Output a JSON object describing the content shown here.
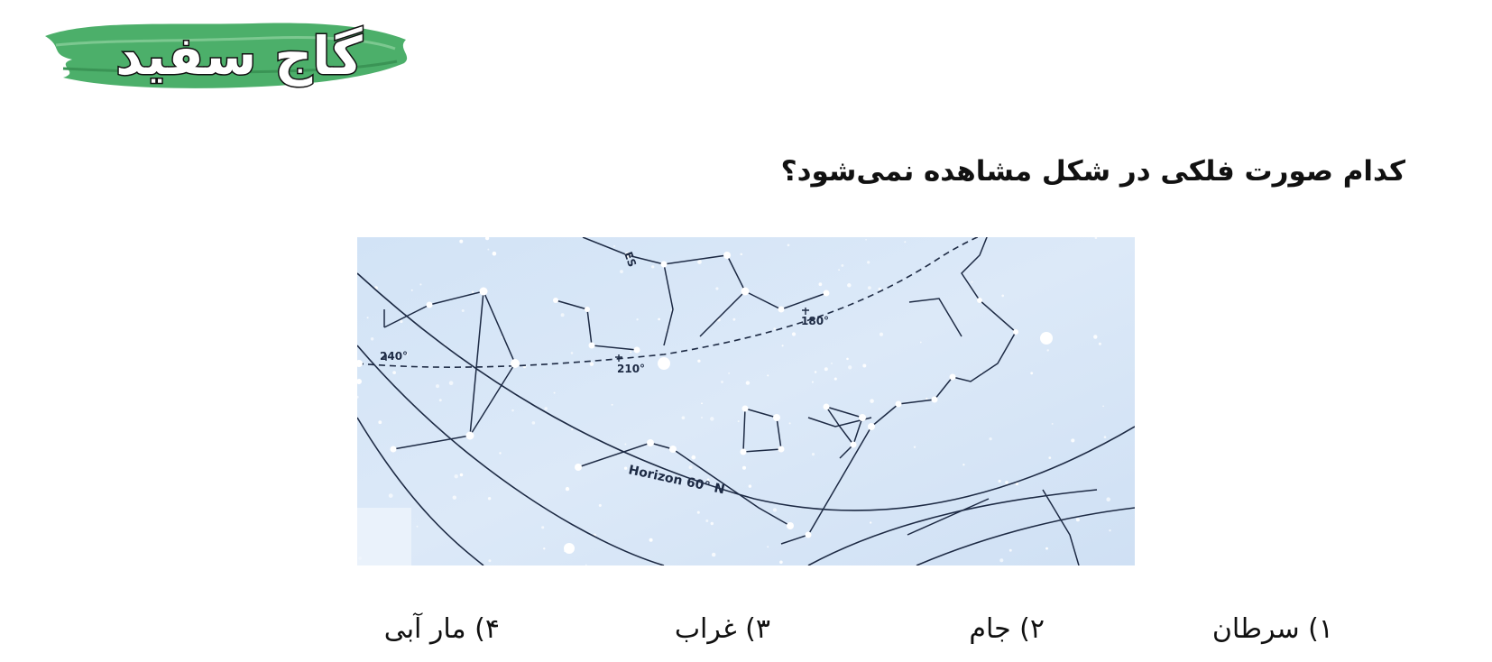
{
  "logo": {
    "text": "گاج سفید",
    "brand_color": "#4caf6a",
    "icon": "gaj-logo-icon"
  },
  "question": {
    "text": "کدام صورت فلکی در شکل مشاهده نمی‌شود؟"
  },
  "star_map": {
    "horizon_label": "Horizon 60° N",
    "degree_labels": [
      "240°",
      "210°",
      "180°"
    ],
    "partial_label": "ES",
    "background_color": "#d6e6f7",
    "line_color": "#1d2a44"
  },
  "options": [
    {
      "label": "۱) سرطان"
    },
    {
      "label": "۲) جام"
    },
    {
      "label": "۳) غراب"
    },
    {
      "label": "۴) مار آبی"
    }
  ]
}
